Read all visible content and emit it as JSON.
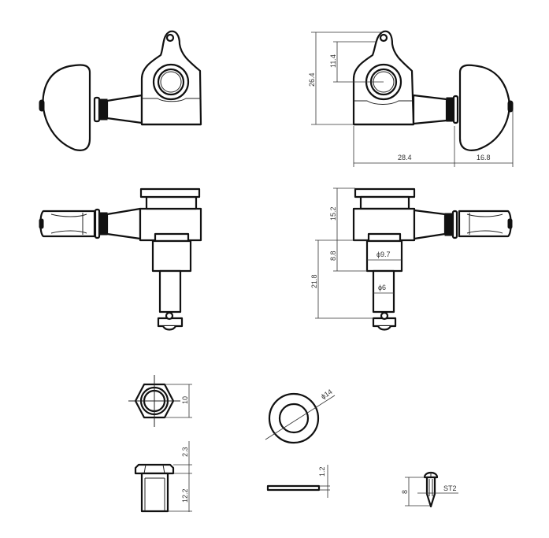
{
  "drawing": {
    "subject": "guitar tuning machine technical drawing",
    "line_color": "#111111",
    "background": "#ffffff"
  },
  "views": {
    "front_left": {
      "name": "front view (mirrored, knob left)"
    },
    "front_right": {
      "name": "front view dimensioned",
      "dims": {
        "total_height": "26.4",
        "hole_to_post": "11.4",
        "body_width": "28.4",
        "knob_width": "16.8"
      }
    },
    "side_left": {
      "name": "side view (knob left)"
    },
    "side_right": {
      "name": "side view dimensioned",
      "dims": {
        "head_height": "15.2",
        "bushing_height": "8.8",
        "post_length": "21.8",
        "bushing_dia": "ϕ9.7",
        "post_dia": "ϕ6"
      }
    },
    "hex_nut_top": {
      "name": "hex nut top view",
      "dims": {
        "width": "10"
      }
    },
    "hex_nut_side": {
      "name": "hex nut side view",
      "dims": {
        "flange": "2.3",
        "length": "12.2"
      }
    },
    "washer_top": {
      "name": "washer top view",
      "dims": {
        "diameter": "ϕ14"
      }
    },
    "washer_side": {
      "name": "washer side view",
      "dims": {
        "thickness": "1.2"
      }
    },
    "screw": {
      "name": "mounting screw",
      "dims": {
        "length": "8",
        "type": "ST2"
      }
    }
  }
}
